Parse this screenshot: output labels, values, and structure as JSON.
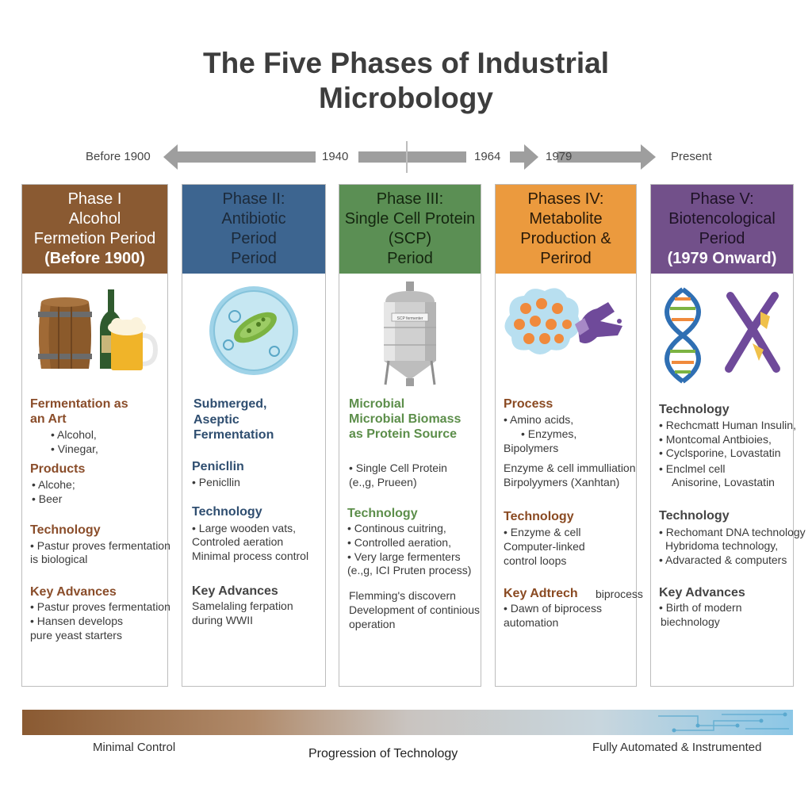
{
  "title_line1": "The Five Phases of Industrial",
  "title_line2": "Microbology",
  "timeline": {
    "labels": [
      "Before 1900",
      "1940",
      "1964",
      "1979",
      "Present"
    ]
  },
  "phases": [
    {
      "header": [
        "Phase I",
        "Alcohol",
        "Fermetion Period",
        "(Before 1900)"
      ],
      "color": "#8a5a32",
      "illustration": "barrel-bottle-beer-icon",
      "sections": [
        {
          "heading": [
            "Fermentation as",
            "an Art"
          ],
          "items": [
            "• Alcohol,",
            "• Vinegar,"
          ]
        },
        {
          "heading": [
            "Products"
          ],
          "items": [
            "• Alcohe;",
            "• Beer"
          ]
        },
        {
          "heading": [
            "Technology"
          ],
          "items": [
            "• Pastur proves fermentation",
            "is biological"
          ]
        },
        {
          "heading": [
            "Key Advances"
          ],
          "items": [
            "• Pastur proves fermentation",
            "• Hansen develops",
            "pure yeast starters"
          ]
        }
      ]
    },
    {
      "header": [
        "Phase II:",
        "Antibiotic",
        "Period",
        "Period"
      ],
      "color": "#3d6590",
      "illustration": "petri-dish-bacterium-icon",
      "sections": [
        {
          "heading": [
            "Submerged,",
            "Aseptic",
            "Fermentation"
          ],
          "items": []
        },
        {
          "heading": [
            "Penicllin"
          ],
          "items": [
            "• Penicllin"
          ]
        },
        {
          "heading": [
            "Technology"
          ],
          "items": [
            "• Large wooden vats,",
            "Controled aeration",
            "Minimal process control"
          ]
        },
        {
          "heading": [
            "Key Advances"
          ],
          "items": [
            "Samelaling ferpation",
            "during WWII"
          ]
        }
      ]
    },
    {
      "header": [
        "Phase III:",
        "Single Cell Protein",
        "(SCP)",
        "Period"
      ],
      "color": "#5b8f54",
      "illustration": "fermenter-tank-icon",
      "tank_label": "SCP fermenter",
      "sections": [
        {
          "heading": [
            "Microbial",
            "Microbial Biomass",
            "as Protein Source"
          ],
          "items": []
        },
        {
          "heading": [],
          "items": [
            "• Single Cell Protein",
            "(e.,g, Prueen)"
          ]
        },
        {
          "heading": [
            "Technology"
          ],
          "items": [
            "• Continous cuitring,",
            "• Controlled aeration,",
            "• Very large fermenters",
            "(e.,g, ICI Pruten process)"
          ]
        },
        {
          "heading": [],
          "items": [
            "Flemming's discovern",
            "Development of continious",
            "operation"
          ]
        }
      ]
    },
    {
      "header": [
        "Phases IV:",
        "Metabolite",
        "Production &",
        "Perirod"
      ],
      "color": "#eb9a3e",
      "illustration": "enzyme-cell-icon",
      "sections": [
        {
          "heading": [
            "Process"
          ],
          "items": [
            "• Amino acids,",
            "• Enzymes,",
            "Bipolymers"
          ]
        },
        {
          "heading": [],
          "items": [
            "Enzyme & cell immulliation",
            "Birpolyymers (Xanhtan)"
          ]
        },
        {
          "heading": [
            "Technology"
          ],
          "items": [
            "• Enzyme & cell",
            "Computer-linked",
            "control loops"
          ]
        },
        {
          "heading": [
            "Key Adtrech"
          ],
          "tail": "biprocess",
          "items": [
            "• Dawn of biprocess",
            "automation"
          ]
        }
      ]
    },
    {
      "header": [
        "Phase V:",
        "Biotencological",
        "Period",
        "(1979 Onward)"
      ],
      "color": "#72508a",
      "illustration": "dna-antibody-icon",
      "sections": [
        {
          "heading": [
            "Technology"
          ],
          "items": [
            "• Rechcmatt Human Insulin,",
            "• Montcomal Antbioies,",
            "• Cyclsporine, Lovastatin",
            "• Enclmel cell",
            "Anisorine, Lovastatin"
          ]
        },
        {
          "heading": [
            "Technology"
          ],
          "items": [
            "• Rechomant DNA technology",
            "Hybridoma technology,",
            "• Advaracted & computers"
          ]
        },
        {
          "heading": [
            "Key Advances"
          ],
          "items": [
            "• Birth of modern",
            "biechnology"
          ]
        }
      ]
    }
  ],
  "bottom": {
    "left": "Minimal Control",
    "center": "Progression of Technology",
    "right": "Fully Automated & Instrumented"
  }
}
